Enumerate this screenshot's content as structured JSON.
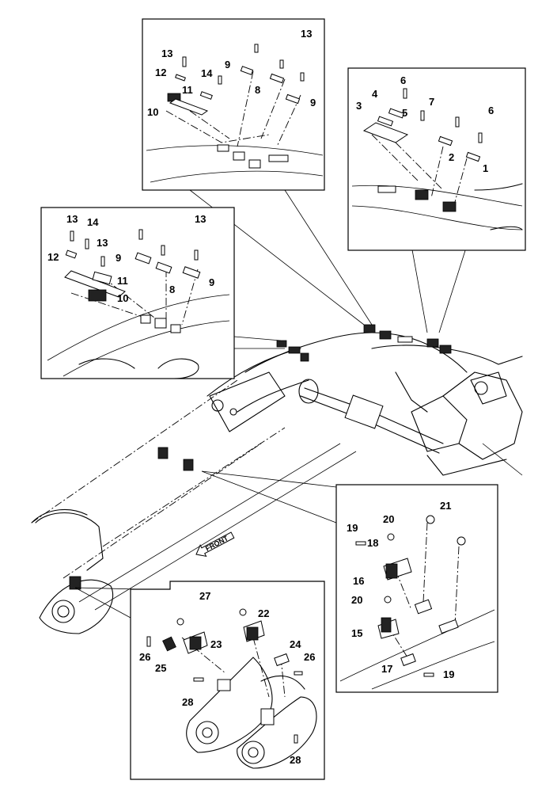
{
  "callouts": [
    "1",
    "2",
    "3",
    "4",
    "5",
    "6",
    "7",
    "8",
    "9",
    "10",
    "11",
    "12",
    "13",
    "14",
    "15",
    "16",
    "17",
    "18",
    "19",
    "20",
    "21",
    "22",
    "23",
    "24",
    "25",
    "26",
    "27",
    "28"
  ],
  "front_label": "FRONT"
}
